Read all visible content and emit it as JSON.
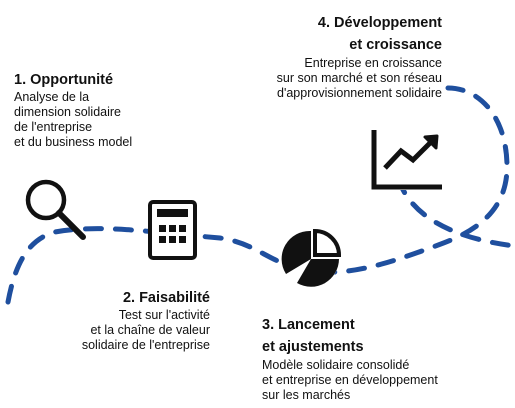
{
  "steps": [
    {
      "title": "1. Opportunité",
      "description": "Analyse de la\ndimension solidaire\nde l'entreprise\net du business model",
      "icon": "magnifier-icon"
    },
    {
      "title": "2. Faisabilité",
      "description": "Test sur l'activité\net la chaîne de valeur\nsolidaire de l'entreprise",
      "icon": "calculator-icon"
    },
    {
      "title": "3. Lancement\net ajustements",
      "description": "Modèle solidaire consolidé\net entreprise en développement\nsur les marchés",
      "icon": "pie-chart-icon"
    },
    {
      "title": "4. Développement\net croissance",
      "description": "Entreprise en croissance\nsur son marché et son réseau\nd'approvisionnement solidaire",
      "icon": "growth-chart-icon"
    }
  ],
  "colors": {
    "path": "#1f4f9e",
    "icon": "#111111",
    "text": "#111111"
  }
}
